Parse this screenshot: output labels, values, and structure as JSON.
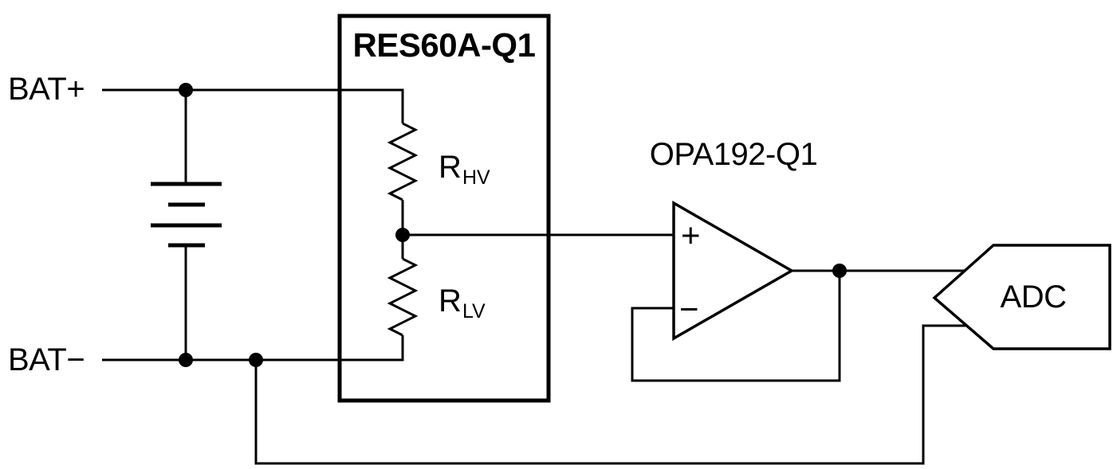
{
  "colors": {
    "line": "#000000",
    "background": "#ffffff"
  },
  "battery": {
    "positive_label": "BAT+",
    "negative_label": "BAT−"
  },
  "resistor_network": {
    "title": "RES60A-Q1",
    "rhv": {
      "symbol": "R",
      "subscript": "HV"
    },
    "rlv": {
      "symbol": "R",
      "subscript": "LV"
    }
  },
  "opamp": {
    "label": "OPA192-Q1",
    "noninverting_sign": "+",
    "inverting_sign": "−"
  },
  "adc": {
    "label": "ADC"
  }
}
